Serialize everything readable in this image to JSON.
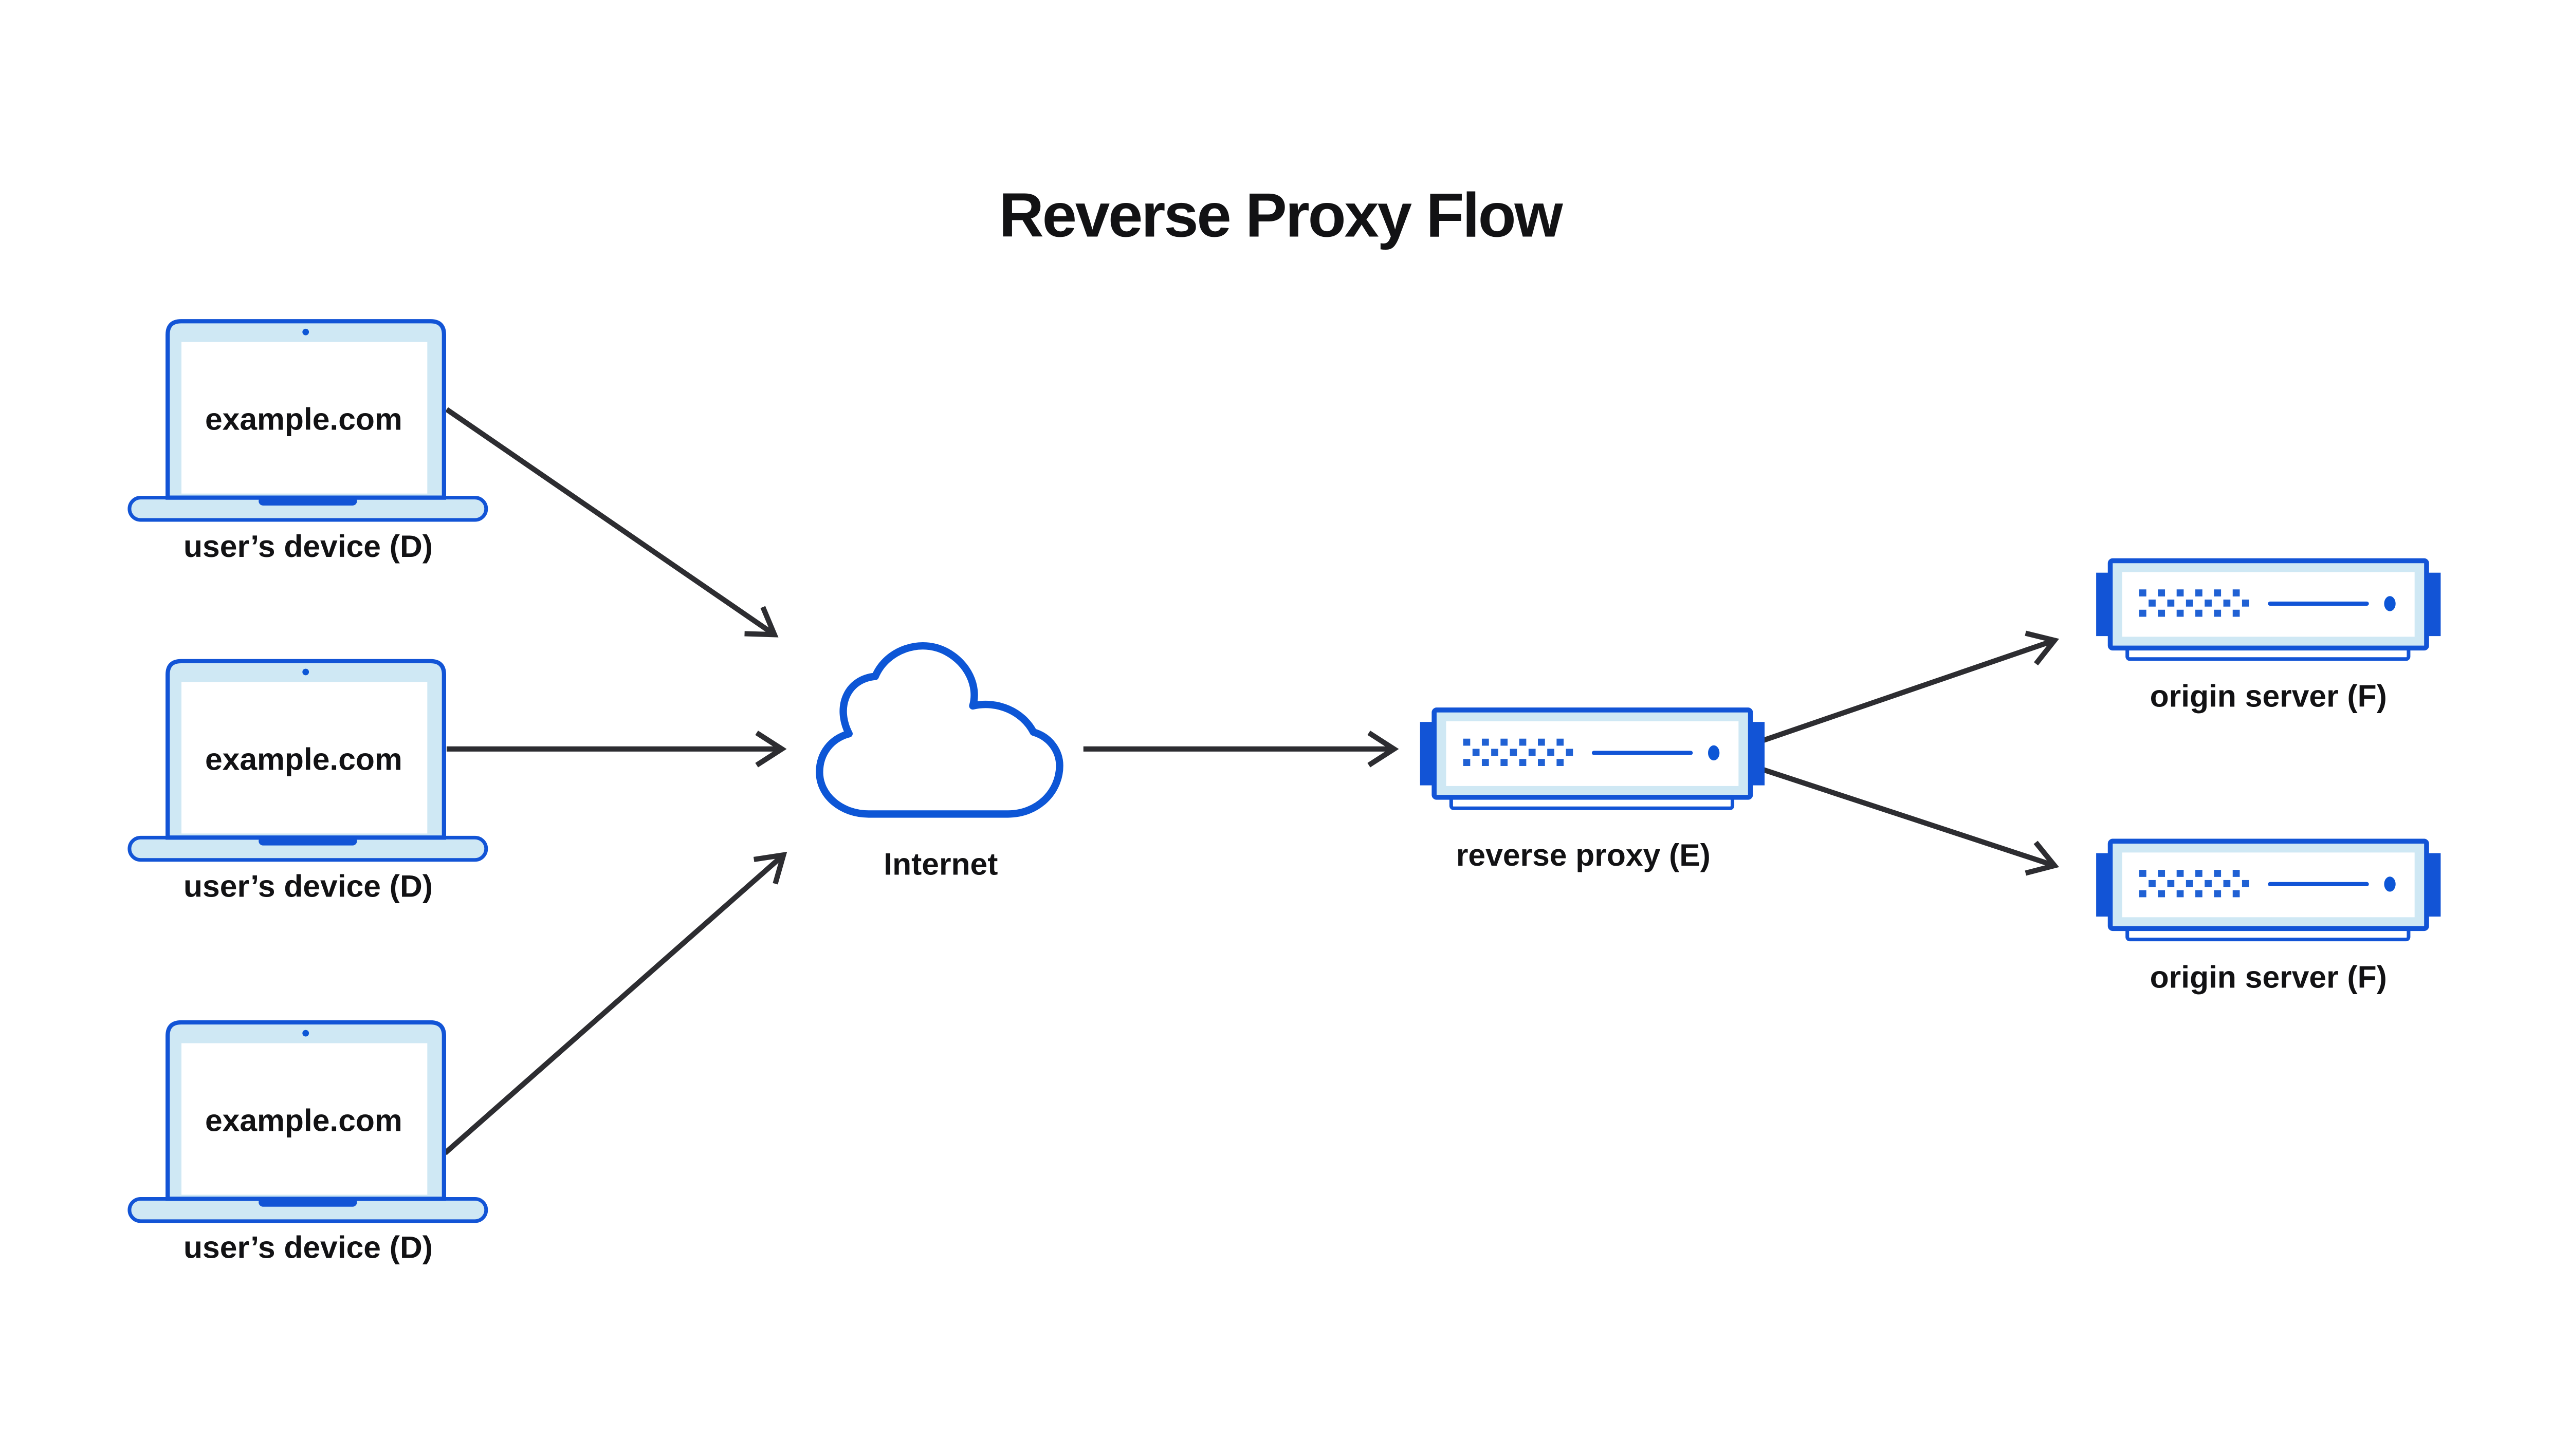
{
  "title": "Reverse Proxy Flow",
  "devices": [
    {
      "id": "user-device-1",
      "screen_text": "example.com",
      "label": "user’s device (D)"
    },
    {
      "id": "user-device-2",
      "screen_text": "example.com",
      "label": "user’s device (D)"
    },
    {
      "id": "user-device-3",
      "screen_text": "example.com",
      "label": "user’s device (D)"
    }
  ],
  "internet": {
    "label": "Internet"
  },
  "reverse_proxy": {
    "label": "reverse proxy (E)"
  },
  "origin_servers": [
    {
      "id": "origin-server-1",
      "label": "origin server (F)"
    },
    {
      "id": "origin-server-2",
      "label": "origin server (F)"
    }
  ],
  "connections": [
    {
      "from": "user-device-1",
      "to": "internet"
    },
    {
      "from": "user-device-2",
      "to": "internet"
    },
    {
      "from": "user-device-3",
      "to": "internet"
    },
    {
      "from": "internet",
      "to": "reverse-proxy"
    },
    {
      "from": "reverse-proxy",
      "to": "origin-server-1"
    },
    {
      "from": "reverse-proxy",
      "to": "origin-server-2"
    }
  ],
  "colors": {
    "accent_blue": "#1254d6",
    "bright_blue": "#0d56d6",
    "dot_blue": "#2061d4",
    "light_blue_fill": "#cfe8f4",
    "arrow": "#2d2d31",
    "text": "#121214",
    "background": "#ffffff"
  }
}
